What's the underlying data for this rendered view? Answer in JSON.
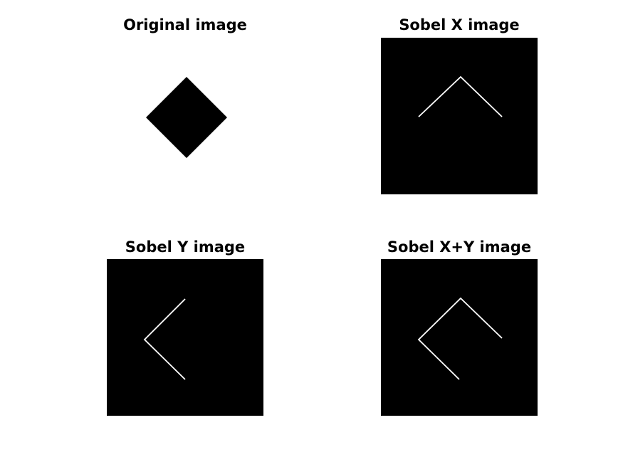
{
  "figure": {
    "panels": [
      {
        "title": "Original image",
        "background": "#ffffff",
        "shape": "filled-diamond",
        "shape_color": "#000000"
      },
      {
        "title": "Sobel X image",
        "background": "#000000",
        "shape": "top-edges",
        "shape_color": "#ffffff"
      },
      {
        "title": "Sobel Y image",
        "background": "#000000",
        "shape": "left-edges",
        "shape_color": "#ffffff"
      },
      {
        "title": "Sobel X+Y image",
        "background": "#000000",
        "shape": "top-and-left-edges",
        "shape_color": "#ffffff"
      }
    ]
  }
}
